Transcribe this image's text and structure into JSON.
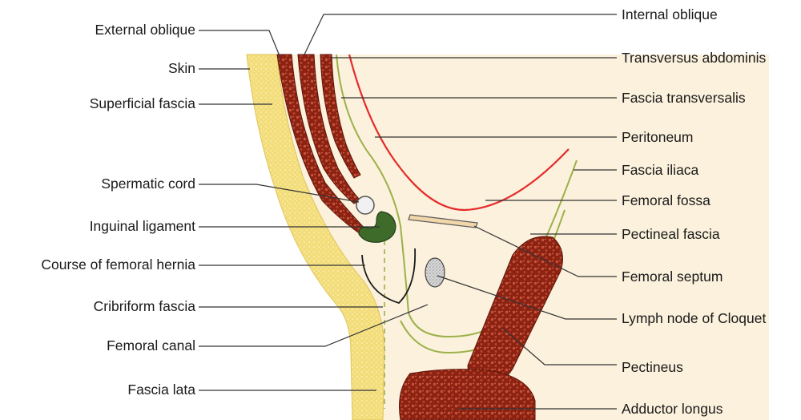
{
  "labels": {
    "left": {
      "external_oblique": "External oblique",
      "skin": "Skin",
      "superficial_fascia": "Superficial fascia",
      "spermatic_cord": "Spermatic cord",
      "inguinal_ligament": "Inguinal ligament",
      "course_of_femoral_hernia": "Course of femoral hernia",
      "cribriform_fascia": "Cribriform fascia",
      "femoral_canal": "Femoral canal",
      "fascia_lata": "Fascia lata"
    },
    "right": {
      "internal_oblique": "Internal oblique",
      "transversus_abdominis": "Transversus abdominis",
      "fascia_transversalis": "Fascia transversalis",
      "peritoneum": "Peritoneum",
      "fascia_iliaca": "Fascia iliaca",
      "femoral_fossa": "Femoral fossa",
      "pectineal_fascia": "Pectineal fascia",
      "femoral_septum": "Femoral septum",
      "lymph_node_of_cloquet": "Lymph node of Cloquet",
      "pectineus": "Pectineus",
      "adductor_longus": "Adductor longus"
    }
  },
  "colors": {
    "skin_yellow": "#f3dd7a",
    "tissue_cream": "#fbf1dc",
    "muscle_red": "#8c2212",
    "muscle_dot": "#c7523a",
    "fascia_green": "#9cb14a",
    "peritoneum_red": "#e52a2a",
    "ligament_green": "#3f6b2a",
    "septum_tan": "#f0d6a8",
    "leader_line": "#333333"
  }
}
